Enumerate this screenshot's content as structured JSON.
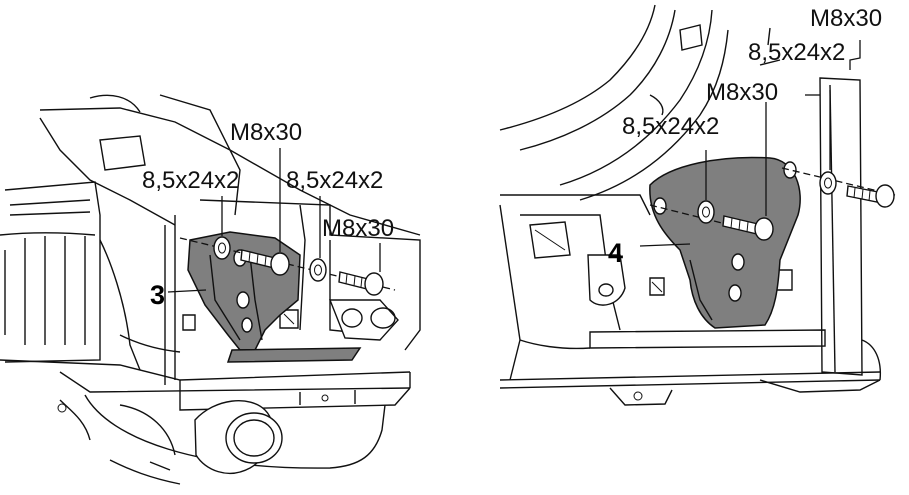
{
  "left_view": {
    "callouts": {
      "bolt_upper": "M8x30",
      "washer_left": "8,5x24x2",
      "washer_right": "8,5x24x2",
      "bolt_right": "M8x30",
      "item_number": "3"
    }
  },
  "right_view": {
    "callouts": {
      "bolt_top": "M8x30",
      "washer_top": "8,5x24x2",
      "bolt_middle": "M8x30",
      "washer_lower": "8,5x24x2",
      "item_number": "4"
    }
  },
  "colors": {
    "bracket_fill": "#7f7f7f",
    "line": "#111111",
    "background": "#ffffff"
  }
}
